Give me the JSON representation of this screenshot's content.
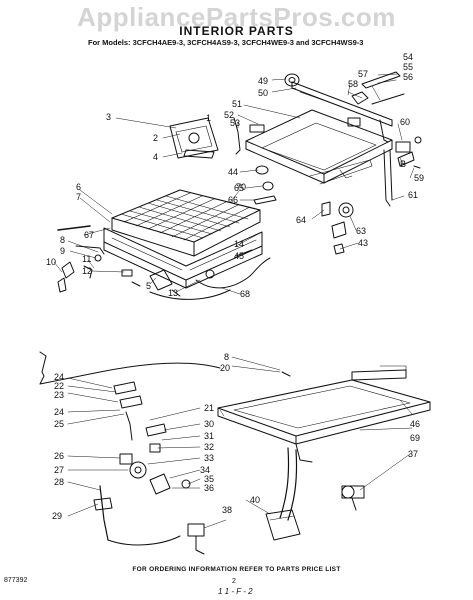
{
  "watermark": "AppliancePartsPros.com",
  "title": "INTERIOR PARTS",
  "models_line": "For Models: 3CFCH4AE9-3,  3CFCH4AS9-3,  3CFCH4WE9-3  and 3CFCH4WS9-3",
  "footer": "FOR ORDERING INFORMATION REFER TO PARTS PRICE LIST",
  "doc_number": "877392",
  "page_number": "2",
  "handwritten_mark": "1 1 - F - 2",
  "callouts": [
    "54",
    "55",
    "56",
    "57",
    "58",
    "49",
    "50",
    "51",
    "52",
    "53",
    "3",
    "2",
    "1",
    "4",
    "60",
    "B",
    "59",
    "61",
    "44",
    "65",
    "66",
    "6",
    "7",
    "67",
    "70",
    "64",
    "63",
    "43",
    "8",
    "9",
    "10",
    "11",
    "12",
    "5",
    "13",
    "14",
    "45",
    "68",
    "8",
    "20",
    "24",
    "22",
    "23",
    "24",
    "25",
    "21",
    "30",
    "31",
    "32",
    "33",
    "26",
    "27",
    "28",
    "34",
    "35",
    "36",
    "29",
    "38",
    "40",
    "46",
    "69",
    "37"
  ],
  "colors": {
    "ink": "#111111",
    "watermark": "#d4d4d4",
    "background": "#ffffff"
  }
}
